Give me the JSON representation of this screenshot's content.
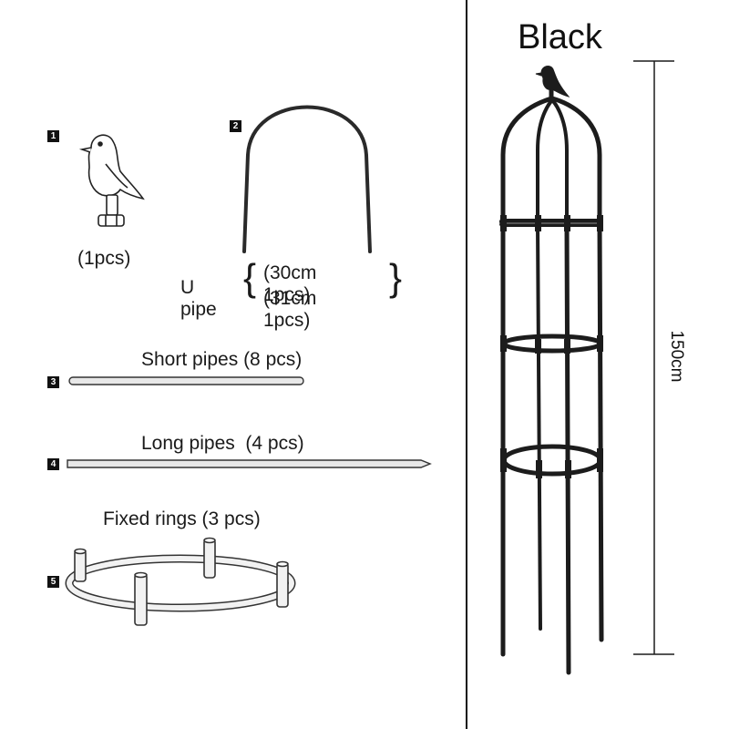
{
  "parts": [
    {
      "index": "1",
      "quantity_label": "(1pcs)",
      "icon": "bird-icon"
    },
    {
      "index": "2",
      "name": "U pipe",
      "options": [
        "(30cm 1pcs)",
        "(31cm 1pcs)"
      ],
      "icon": "u-pipe-icon"
    },
    {
      "index": "3",
      "label": "Short pipes (8 pcs)",
      "icon": "short-pipe-icon"
    },
    {
      "index": "4",
      "label": "Long pipes  (4 pcs)",
      "icon": "long-pipe-icon"
    },
    {
      "index": "5",
      "label": "Fixed rings (3 pcs)",
      "icon": "fixed-ring-icon"
    }
  ],
  "product": {
    "color": "Black",
    "height": "150cm",
    "frame_color": "#1c1c1c"
  }
}
